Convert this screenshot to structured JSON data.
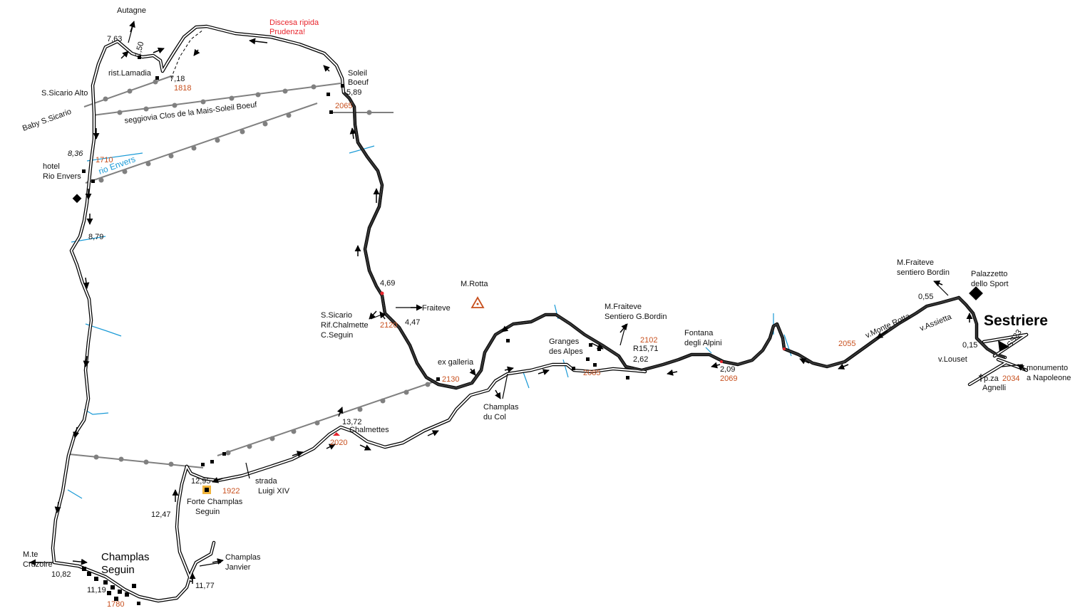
{
  "map": {
    "town_main": "Sestriere",
    "town_village_line1": "Champlas",
    "town_village_line2": "Seguin"
  },
  "labels": {
    "autagne": "Autagne",
    "discesa1": "Discesa ripida",
    "discesa2": "Prudenza!",
    "soleil1": "Soleil",
    "soleil2": "Boeuf",
    "rist": "rist.Lamadia",
    "ssicario_alto": "S.Sicario Alto",
    "baby": "Baby S.Sicario",
    "seggiovia": "seggiovia Clos de la Mais-Soleil Boeuf",
    "hotel1": "hotel",
    "hotel2": "Rio Envers",
    "rio": "rio Envers",
    "mrotta": "M.Rotta",
    "fraiteve": "Fraiteve",
    "ssicario1": "S.Sicario",
    "ssicario2": "Rif.Chalmette",
    "ssicario3": "C.Seguin",
    "exgalleria": "ex galleria",
    "mfraiteve_gb1": "M.Fraiteve",
    "mfraiteve_gb2": "Sentiero G.Bordin",
    "granges1": "Granges",
    "granges2": "des Alpes",
    "fontana1": "Fontana",
    "fontana2": "degli Alpini",
    "mfraiteve_sb1": "M.Fraiteve",
    "mfraiteve_sb2": "sentiero Bordin",
    "palazzetto1": "Palazzetto",
    "palazzetto2": "dello Sport",
    "vmonterotta": "v.Monte Rotta",
    "vassietta": "v.Assietta",
    "ss23": "SS23",
    "vlouset": "v.Louset",
    "pza1": "p.za",
    "pza2": "Agnelli",
    "monumento1": "monumento",
    "monumento2": "a Napoleone",
    "champlas_col1": "Champlas",
    "champlas_col2": "du Col",
    "chalmettes": "Chalmettes",
    "strada1": "strada",
    "strada2": "Luigi XIV",
    "forte1": "Forte Champlas",
    "forte2": "Seguin",
    "champlas_j1": "Champlas",
    "champlas_j2": "Janvier",
    "mte1": "M.te",
    "mte2": "Cruzoire"
  },
  "distances": {
    "d763": "7,63",
    "d150": "1,50",
    "d718": "7,18",
    "d589": "5,89",
    "d836": "8,36",
    "d879": "8,79",
    "d469": "4,69",
    "d447": "4,47",
    "dR1571": "R15,71",
    "d262": "2,62",
    "d209": "2,09",
    "d055": "0,55",
    "d015": "0,15",
    "d1372": "13,72",
    "d1295": "12,95",
    "d1247": "12,47",
    "d1082": "10,82",
    "d1119": "11,19",
    "d1177": "11,77"
  },
  "elevations": {
    "e1818": "1818",
    "e2065": "2065",
    "e1710": "1710",
    "e2120": "2120",
    "e2130": "2130",
    "e2102": "2102",
    "e2085": "2085",
    "e2069": "2069",
    "e2055": "2055",
    "e2034": "2034",
    "e2020": "2020",
    "e1922": "1922",
    "e1780": "1780"
  },
  "colors": {
    "elevation": "#c8501e",
    "warning": "#e8242c",
    "stream": "#1a9ad6",
    "lift": "#808080",
    "route": "#000000",
    "fort_icon": "#f0b43c"
  },
  "icons": [
    "arrow-icon",
    "building-icon",
    "summit-triangle-icon",
    "fort-icon",
    "flag-icon",
    "cross-icon",
    "lift-pylon-icon"
  ]
}
